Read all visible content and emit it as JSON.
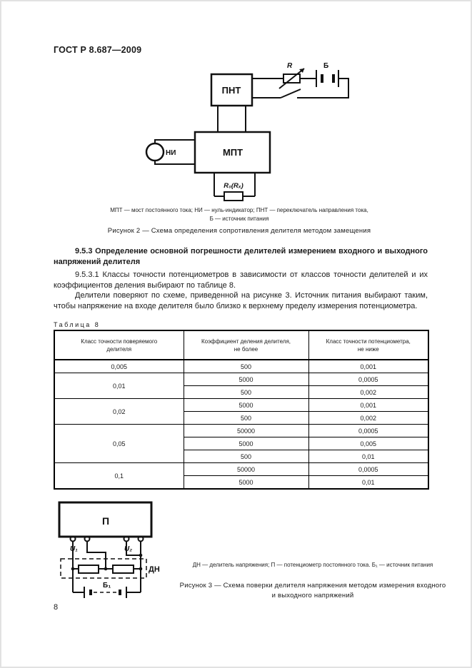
{
  "page": {
    "header": "ГОСТ Р 8.687—2009",
    "page_number": "8"
  },
  "colors": {
    "ink": "#1a1a1a",
    "background": "#ffffff",
    "table_border": "#000000"
  },
  "figure2": {
    "labels": {
      "pnt": "ПНТ",
      "mpt": "МПТ",
      "ni": "НИ",
      "r_var": "R",
      "b": "Б",
      "r0": "R₀(Rₓ)"
    },
    "caption": "МПТ — мост постоянного тока; НИ — нуль-индикатор; ПНТ — переключатель направления тока,\nБ — источник питания",
    "title": "Рисунок 2 — Схема определения сопротивления делителя методом замещения"
  },
  "section": {
    "heading": "9.5.3 Определение основной погрешности делителей измерением входного и выходного напряжений делителя",
    "para1": "9.5.3.1 Классы точности потенциометров в зависимости от классов точности делителей и их коэффициентов деления выбирают по таблице 8.",
    "para2": "Делители поверяют по схеме, приведенной на рисунке 3. Источник питания выбирают таким, чтобы напряжение на входе делителя было близко к верхнему пределу измерения потенциометра."
  },
  "table": {
    "label": "Таблица 8",
    "headers": [
      "Класс точности поверяемого\nделителя",
      "Коэффициент деления делителя,\nне более",
      "Класс точности потенциометра,\nне ниже"
    ],
    "groups": [
      {
        "class": "0,005",
        "rows": [
          [
            "500",
            "0,001"
          ]
        ]
      },
      {
        "class": "0,01",
        "rows": [
          [
            "5000",
            "0,0005"
          ],
          [
            "500",
            "0,002"
          ]
        ]
      },
      {
        "class": "0,02",
        "rows": [
          [
            "5000",
            "0,001"
          ],
          [
            "500",
            "0,002"
          ]
        ]
      },
      {
        "class": "0,05",
        "rows": [
          [
            "50000",
            "0,0005"
          ],
          [
            "5000",
            "0,005"
          ],
          [
            "500",
            "0,01"
          ]
        ]
      },
      {
        "class": "0,1",
        "rows": [
          [
            "50000",
            "0,0005"
          ],
          [
            "5000",
            "0,01"
          ]
        ]
      }
    ]
  },
  "figure3": {
    "labels": {
      "p": "П",
      "u1": "U₁",
      "u2": "U₂",
      "dn": "ДН",
      "b1": "Б₁"
    },
    "caption": "ДН — делитель напряжения; П — потенциометр постоянного тока. Б₁ — источник питания",
    "title": "Рисунок 3 — Схема поверки делителя напряжения методом измерения входного\nи выходного напряжений"
  }
}
